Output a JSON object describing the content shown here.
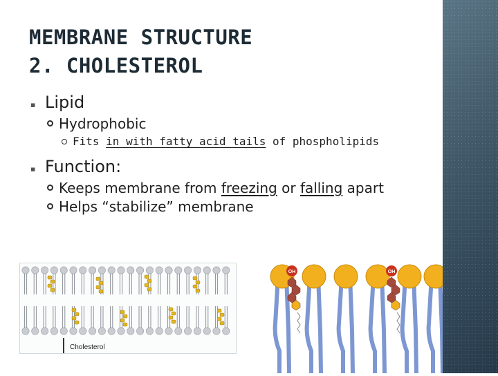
{
  "slide": {
    "title_line1": "MEMBRANE STRUCTURE",
    "title_line2": "2. CHOLESTEROL",
    "bullet1": {
      "label": "Lipid",
      "sub": {
        "label": "Hydrophobic",
        "detail": {
          "pre": "Fits ",
          "underlined": "in with fatty acid tails",
          "post": " of phospholipids"
        }
      }
    },
    "bullet2": {
      "label": "Function:",
      "items": [
        {
          "pre": "Keeps membrane from ",
          "u1": "freezing",
          "mid": " or ",
          "u2": "falling",
          "post": " apart"
        },
        {
          "text": "Helps “stabilize” membrane"
        }
      ]
    }
  },
  "figure_left": {
    "caption": "Cholesterol"
  },
  "figure_right": {
    "label": "OH"
  },
  "colors": {
    "title": "#1d2b35",
    "band": "#3e5666",
    "phospholipid_head": "#c9ccd1",
    "cholesterol": "#e3b520",
    "head_gold": "#f2b01e",
    "tail_blue": "#7d97d2",
    "oh_red": "#c8321e",
    "ring_brown": "#a34a3c"
  }
}
